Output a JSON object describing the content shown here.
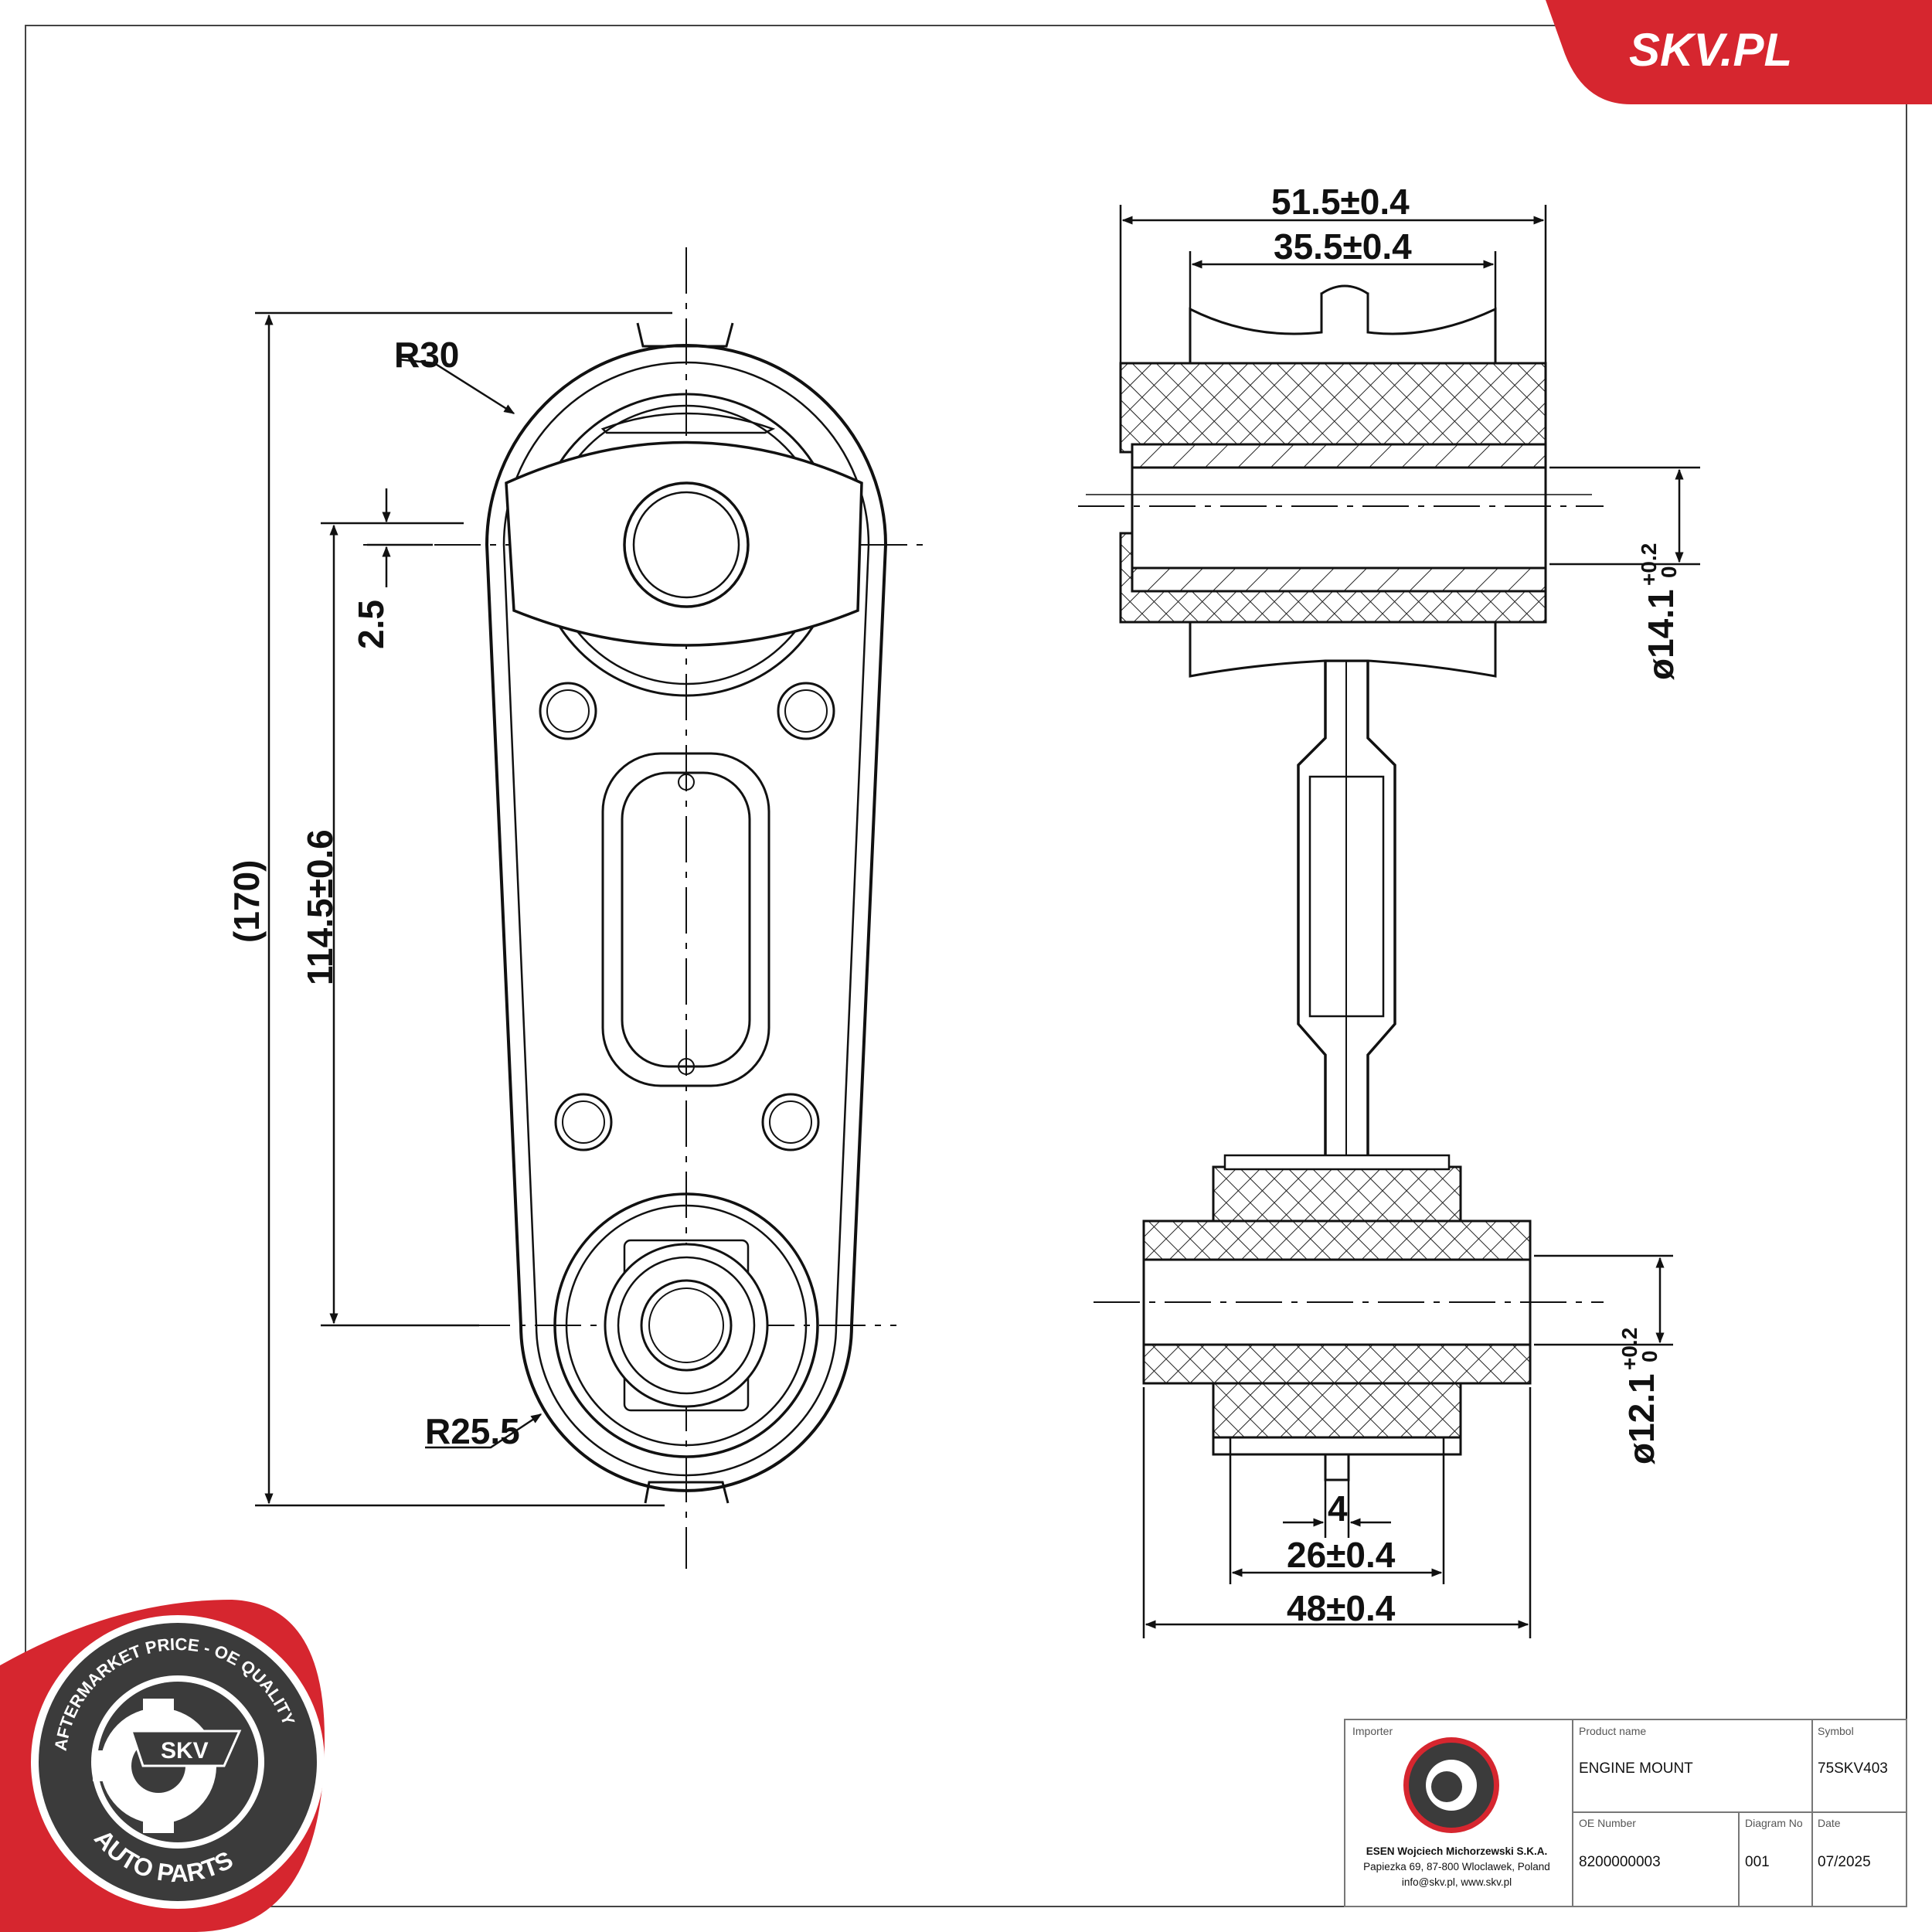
{
  "brand": {
    "name": "SKV.PL",
    "color": "#d6262f"
  },
  "logo": {
    "badge_text": "SKV",
    "ring_top": "AFTERMARKET PRICE - OE QUALITY",
    "ring_bottom": "AUTO PARTS"
  },
  "dimensions": {
    "front_view": {
      "radius_top": "R30",
      "radius_bottom": "R25.5",
      "overall_length": "(170)",
      "center_distance": "114.5±0.6",
      "offset": "2.5"
    },
    "side_view": {
      "top_outer_width": "51.5±0.4",
      "top_inner_width": "35.5±0.4",
      "top_bore": "ø14.1",
      "top_bore_tol_plus": "+0.2",
      "top_bore_tol_minus": "0",
      "bottom_bore": "ø12.1",
      "bottom_bore_tol_plus": "+0.2",
      "bottom_bore_tol_minus": "0",
      "plate_thickness": "4",
      "bottom_inner_width": "26±0.4",
      "bottom_outer_width": "48±0.4"
    }
  },
  "title_block": {
    "importer_label": "Importer",
    "importer_name": "ESEN Wojciech Michorzewski S.K.A.",
    "importer_address": "Papiezka 69, 87-800 Wloclawek, Poland",
    "importer_contact": "info@skv.pl, www.skv.pl",
    "product_name_label": "Product name",
    "product_name": "ENGINE MOUNT",
    "symbol_label": "Symbol",
    "symbol": "75SKV403",
    "oe_number_label": "OE Number",
    "oe_number": "8200000003",
    "diagram_no_label": "Diagram No",
    "diagram_no": "001",
    "date_label": "Date",
    "date": "07/2025"
  }
}
